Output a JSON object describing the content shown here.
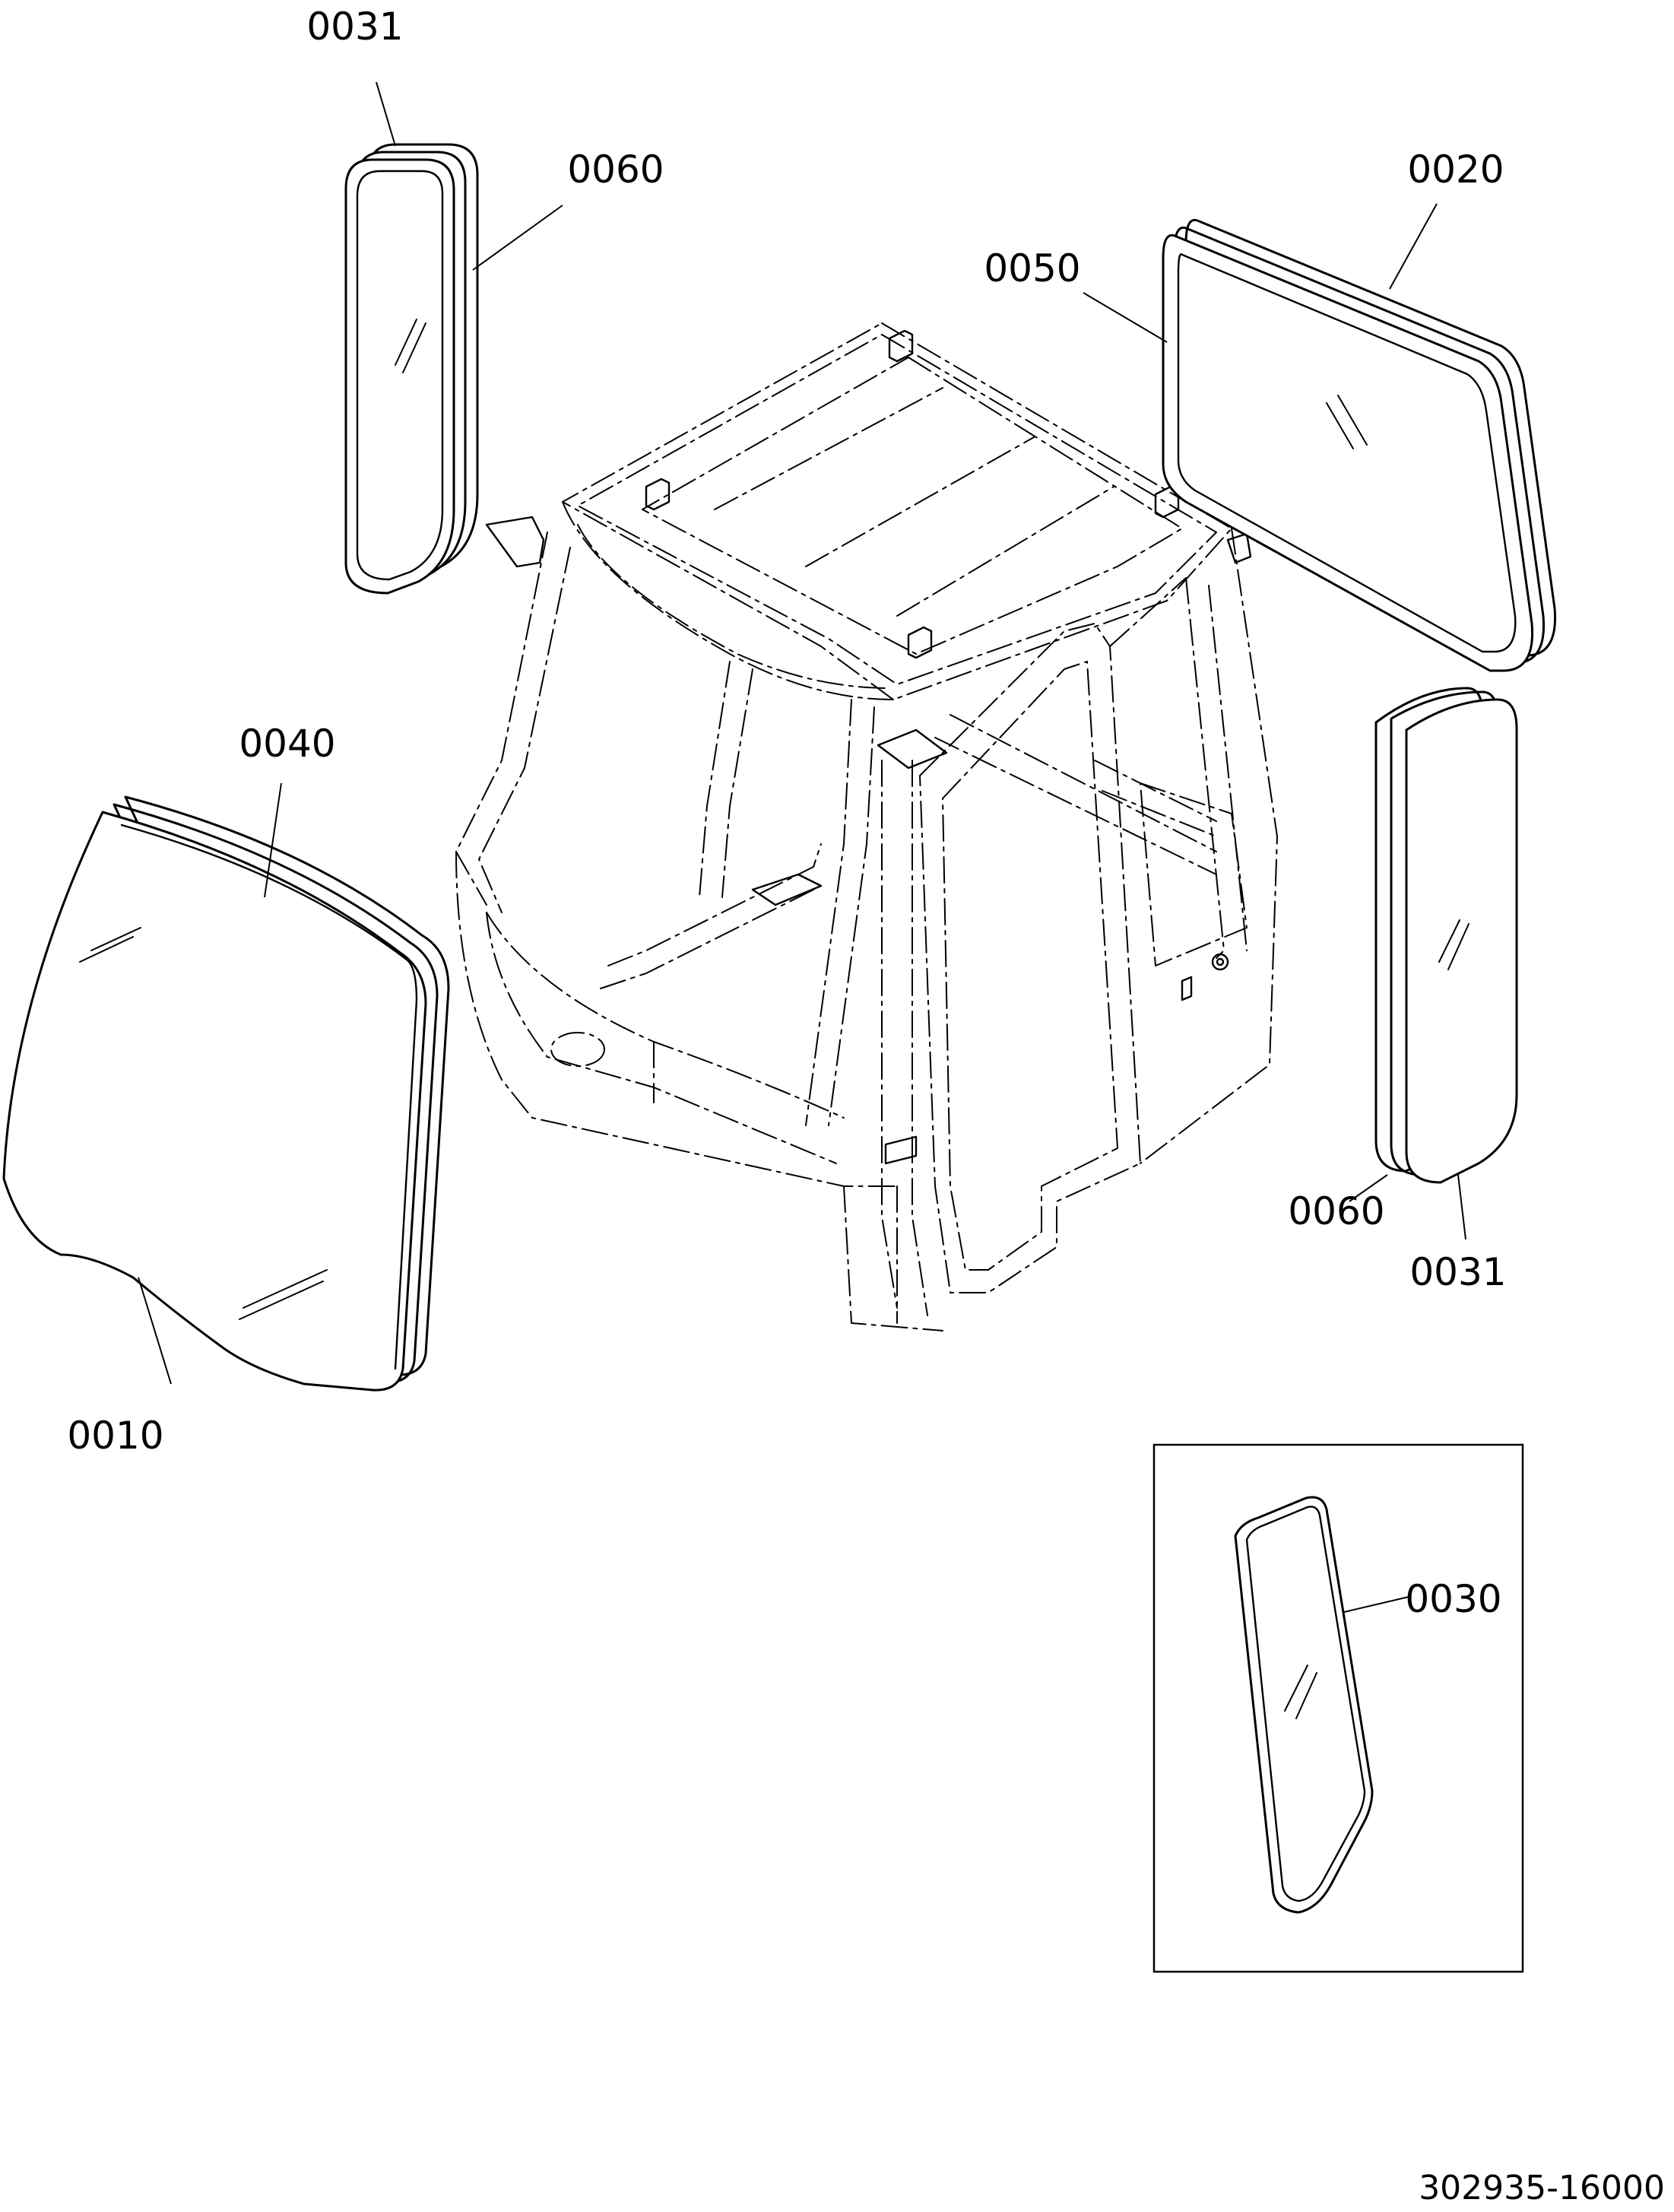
{
  "labels": {
    "top_left_seal": "0031",
    "top_left_glass": "0060",
    "top_right_glass": "0020",
    "top_right_seal": "0050",
    "left_seal": "0040",
    "front_glass": "0010",
    "right_glass": "0060",
    "right_seal": "0031",
    "detail_glass": "0030"
  },
  "drawing_code": "302935-16000"
}
